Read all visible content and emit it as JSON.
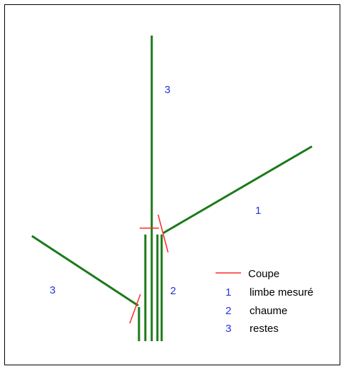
{
  "colors": {
    "plant": "#1a7a1a",
    "cut": "#ff2a2a",
    "number": "#2233dd",
    "text": "#000000",
    "border": "#000000"
  },
  "diagram": {
    "part_labels": {
      "top_leaf": "3",
      "right_leaf": "1",
      "stem": "2",
      "left_leaf": "3"
    }
  },
  "legend": {
    "items": [
      {
        "key": "",
        "symbol": "red-line",
        "text": "Coupe"
      },
      {
        "key": "1",
        "symbol": "number",
        "text": "limbe mesuré"
      },
      {
        "key": "2",
        "symbol": "number",
        "text": "chaume"
      },
      {
        "key": "3",
        "symbol": "number",
        "text": "restes"
      }
    ]
  }
}
